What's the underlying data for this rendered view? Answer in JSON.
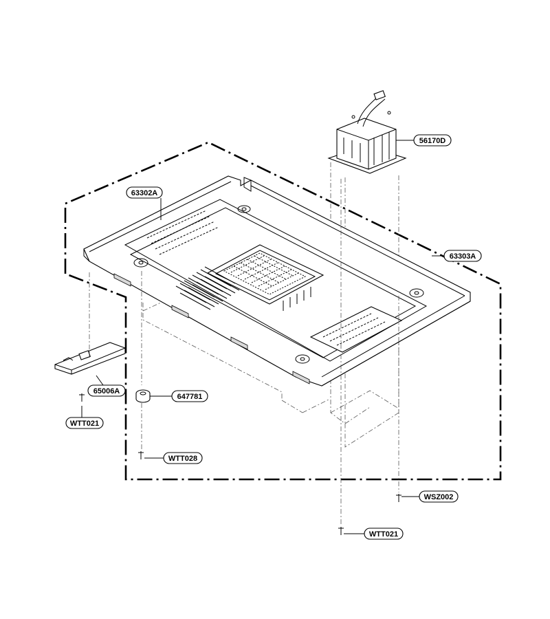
{
  "parts": {
    "transformer": "56170D",
    "base_plate_left": "63302A",
    "base_plate_right": "63303A",
    "bracket": "65006A",
    "foot": "647781",
    "screw_bracket": "WTT021",
    "screw_foot": "WTT028",
    "screw_washer": "WSZ002",
    "screw_transformer": "WTT021"
  }
}
